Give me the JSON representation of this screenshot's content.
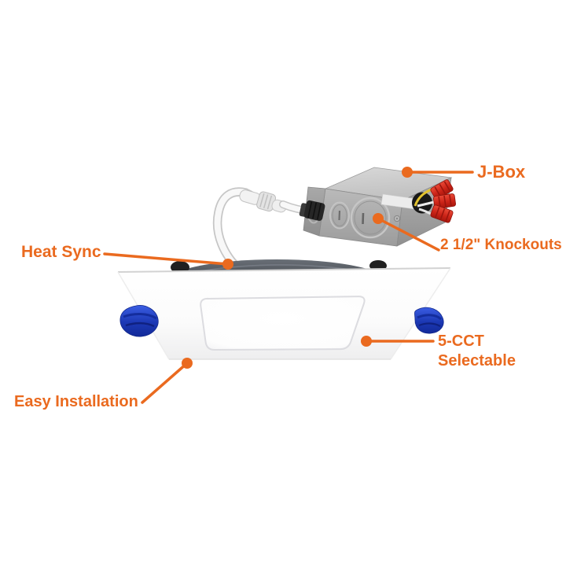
{
  "diagram": {
    "subject": "LED square slim panel downlight with remote junction box",
    "background_color": "#ffffff",
    "accent_color": "#EA6A1F"
  },
  "callouts": {
    "heat_sync": {
      "text": "Heat Sync"
    },
    "jbox": {
      "text": "J-Box"
    },
    "knockouts": {
      "text": "2 1/2\" Knockouts"
    },
    "cct": {
      "line1": "5-CCT",
      "line2": "Selectable"
    },
    "easy_installation": {
      "text": "Easy Installation"
    }
  },
  "colors": {
    "accent_orange": "#EA6A1F",
    "trim_white": "#fcfcfc",
    "heat_sink_gray": "#3a3e43",
    "jbox_metal_gray": "#b5b5b5",
    "wire_nut_red": "#cc2418",
    "spring_clip_blue": "#1f3db0",
    "wire_yellow": "#e2c22e"
  }
}
